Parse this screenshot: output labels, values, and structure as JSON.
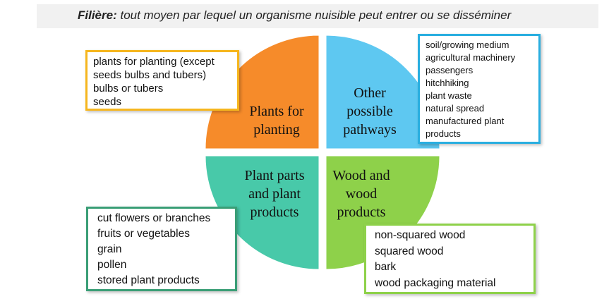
{
  "header": {
    "term": "Filière:",
    "definition": " tout moyen par lequel un organisme nuisible peut entrer ou se disséminer"
  },
  "quadrants": [
    {
      "id": "plants",
      "lines": [
        "Plants for",
        "planting"
      ],
      "color": "#f68b2a"
    },
    {
      "id": "other",
      "lines": [
        "Other",
        "possible",
        "pathways"
      ],
      "color": "#5ec8f1"
    },
    {
      "id": "wood",
      "lines": [
        "Wood and",
        "wood",
        "products"
      ],
      "color": "#8ed14a"
    },
    {
      "id": "parts",
      "lines": [
        "Plant parts",
        "and plant",
        "products"
      ],
      "color": "#48c9a9"
    }
  ],
  "boxes": {
    "plants_for_planting": {
      "border_color": "#f6b61e",
      "items": [
        "plants for planting (except",
        "seeds bulbs and tubers)",
        "bulbs or tubers",
        "seeds"
      ]
    },
    "other_pathways": {
      "border_color": "#29aee0",
      "items": [
        "soil/growing medium",
        "agricultural machinery",
        "passengers",
        "hitchhiking",
        "plant waste",
        "natural spread",
        "manufactured plant",
        "products"
      ]
    },
    "plant_parts": {
      "border_color": "#3a9e76",
      "items": [
        "cut flowers or branches",
        "fruits or vegetables",
        "grain",
        "pollen",
        "stored plant products"
      ]
    },
    "wood_products": {
      "border_color": "#8ed14a",
      "items": [
        "non-squared wood",
        "squared wood",
        "bark",
        "wood packaging material"
      ]
    }
  }
}
